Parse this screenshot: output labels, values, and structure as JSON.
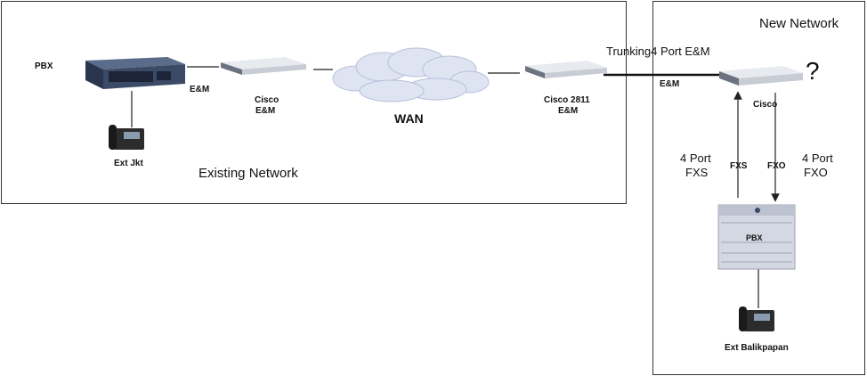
{
  "regions": {
    "existing": "Existing Network",
    "new": "New Network"
  },
  "left": {
    "pbx": "PBX",
    "em_link": "E&M",
    "cisco": "Cisco",
    "cisco_sub": "E&M",
    "wan": "WAN",
    "cisco2811": "Cisco 2811",
    "cisco2811_sub": "E&M",
    "ext": "Ext Jkt"
  },
  "right": {
    "trunking": "Trunking4 Port E&M",
    "em": "E&M",
    "cisco": "Cisco",
    "question": "?",
    "fxs_port": "4 Port",
    "fxs_type": "FXS",
    "fxs_short": "FXS",
    "fxo_short": "FXO",
    "fxo_port": "4 Port",
    "fxo_type": "FXO",
    "pbx": "PBX",
    "ext": "Ext Balikpapan"
  },
  "colors": {
    "router": "#c8ccd4",
    "router_dark": "#6b7280",
    "pbx_old": "#3b4a66",
    "cloud": "#dfe4f3",
    "rack": "#d4d8e2",
    "line": "#222222"
  }
}
